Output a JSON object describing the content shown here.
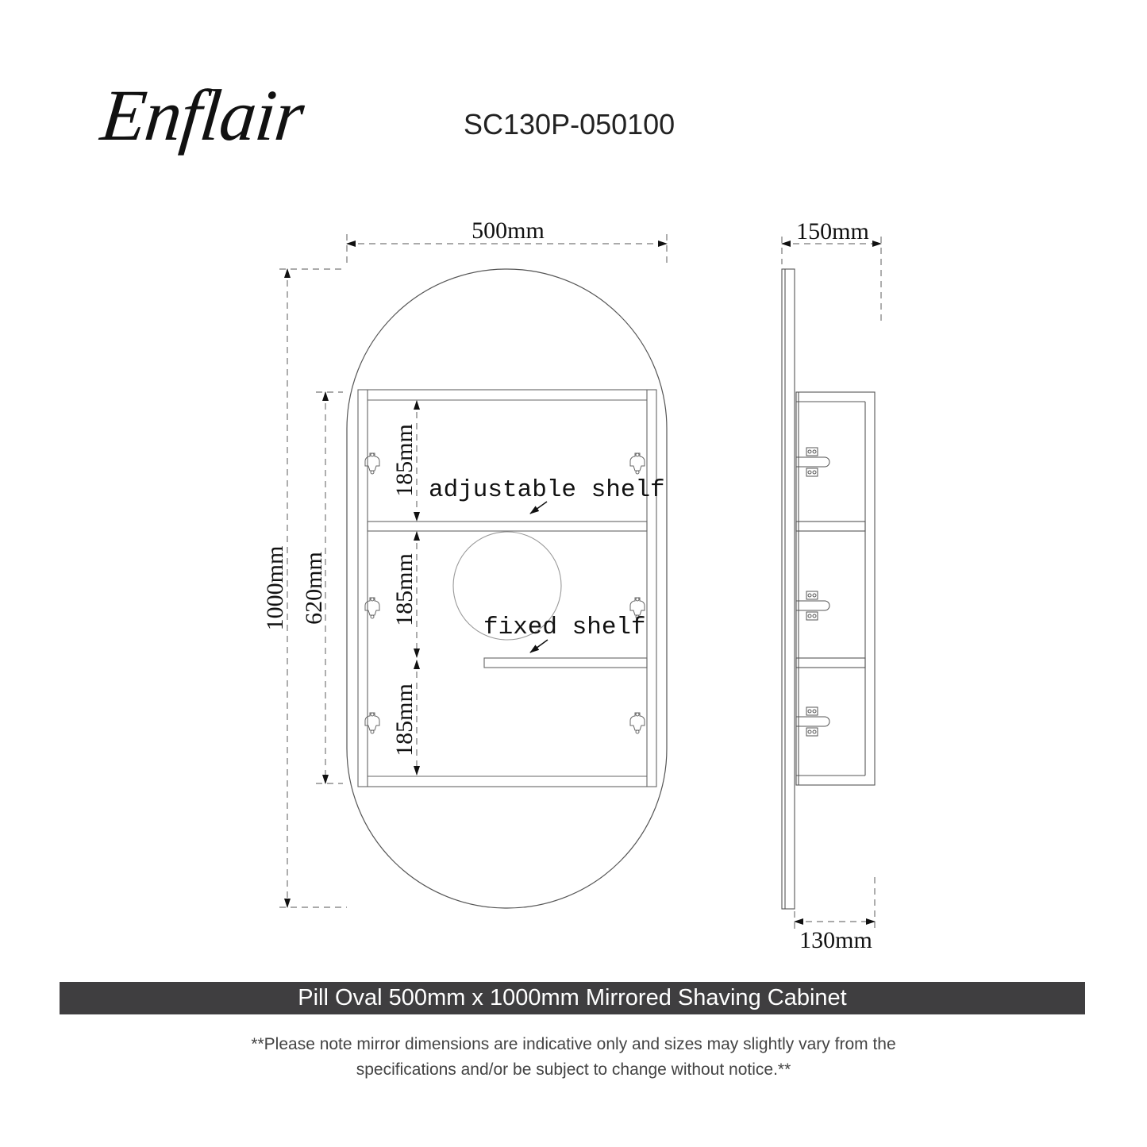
{
  "header": {
    "brand": "Enflair",
    "model_code": "SC130P-050100"
  },
  "front_view": {
    "width_label": "500mm",
    "height_label": "1000mm",
    "cabinet_height_label": "620mm",
    "compartments": [
      {
        "height_label": "185mm"
      },
      {
        "height_label": "185mm"
      },
      {
        "height_label": "185mm"
      }
    ],
    "annotations": {
      "adjustable_shelf": "adjustable shelf",
      "fixed_shelf": "fixed shelf"
    }
  },
  "side_view": {
    "total_depth_label": "150mm",
    "cabinet_depth_label": "130mm"
  },
  "footer": {
    "title": "Pill Oval 500mm x 1000mm Mirrored Shaving Cabinet",
    "disclaimer_line1": "**Please note mirror dimensions are indicative only and sizes may slightly vary from the",
    "disclaimer_line2": "specifications and/or be subject to change without notice.**"
  },
  "colors": {
    "banner_bg": "#3f3e40",
    "banner_text": "#ffffff",
    "line": "#555555",
    "dim_line": "#777777"
  }
}
